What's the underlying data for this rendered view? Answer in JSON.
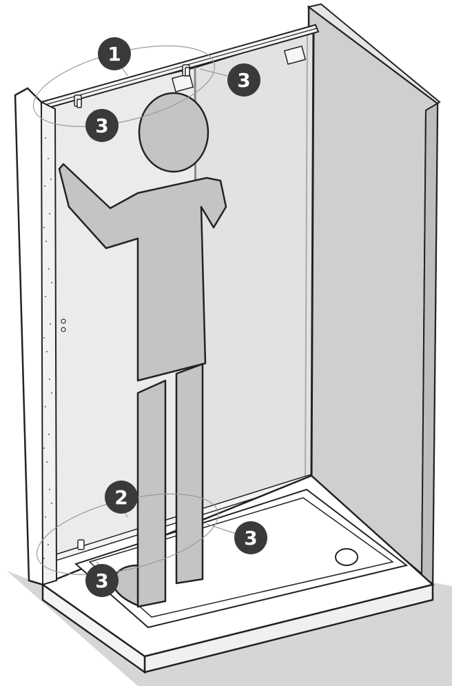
{
  "callouts": [
    {
      "id": "c1",
      "label": "1"
    },
    {
      "id": "c2",
      "label": "2"
    },
    {
      "id": "c3a",
      "label": "3"
    },
    {
      "id": "c3b",
      "label": "3"
    },
    {
      "id": "c3c",
      "label": "3"
    },
    {
      "id": "c3d",
      "label": "3"
    }
  ],
  "colors": {
    "outline": "#222222",
    "glass": "#ececec",
    "wall": "#cdcdcd",
    "figure": "#c4c4c4",
    "floor_shadow": "#d6d6d6",
    "badge": "#3a3a3a",
    "badge_text": "#ffffff"
  }
}
